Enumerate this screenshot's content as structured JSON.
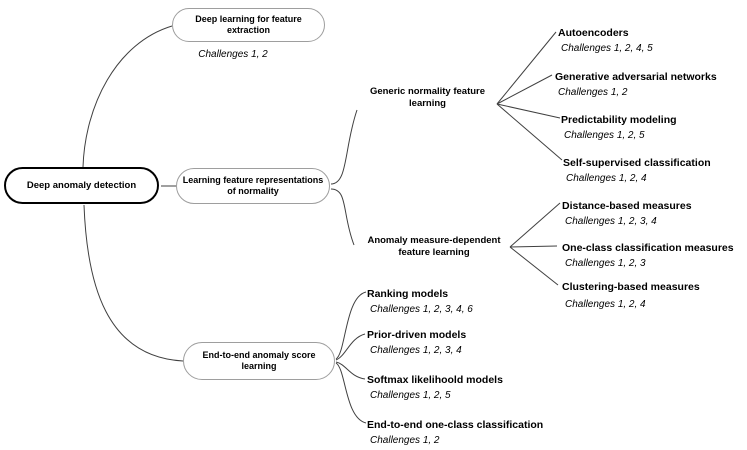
{
  "root": {
    "label": "Deep anomaly detection"
  },
  "branches": [
    {
      "label": "Deep learning for feature extraction",
      "caption": "Challenges 1, 2"
    },
    {
      "label": "Learning feature representations of normality",
      "groups": [
        {
          "label": "Generic normality feature learning",
          "children": [
            {
              "title": "Autoencoders",
              "caption": "Challenges 1, 2, 4, 5"
            },
            {
              "title": "Generative adversarial networks",
              "caption": "Challenges 1, 2"
            },
            {
              "title": "Predictability modeling",
              "caption": "Challenges 1, 2, 5"
            },
            {
              "title": "Self-supervised classification",
              "caption": "Challenges 1, 2, 4"
            }
          ]
        },
        {
          "label": "Anomaly measure-dependent feature learning",
          "children": [
            {
              "title": "Distance-based measures",
              "caption": "Challenges 1, 2, 3, 4"
            },
            {
              "title": "One-class classification measures",
              "caption": "Challenges 1, 2, 3"
            },
            {
              "title": "Clustering-based measures",
              "caption": "Challenges 1, 2, 4"
            }
          ]
        }
      ]
    },
    {
      "label": "End-to-end anomaly score learning",
      "children": [
        {
          "title": "Ranking models",
          "caption": "Challenges 1, 2, 3, 4, 6"
        },
        {
          "title": "Prior-driven models",
          "caption": "Challenges 1, 2, 3, 4"
        },
        {
          "title": "Softmax likelihoold models",
          "caption": "Challenges 1, 2, 5"
        },
        {
          "title": "End-to-end one-class classification",
          "caption": "Challenges 1, 2"
        }
      ]
    }
  ],
  "colors": {
    "edge": "#404040",
    "node_border": "#9e9e9e",
    "root_border": "#000000",
    "text": "#000000",
    "background": "#ffffff"
  }
}
